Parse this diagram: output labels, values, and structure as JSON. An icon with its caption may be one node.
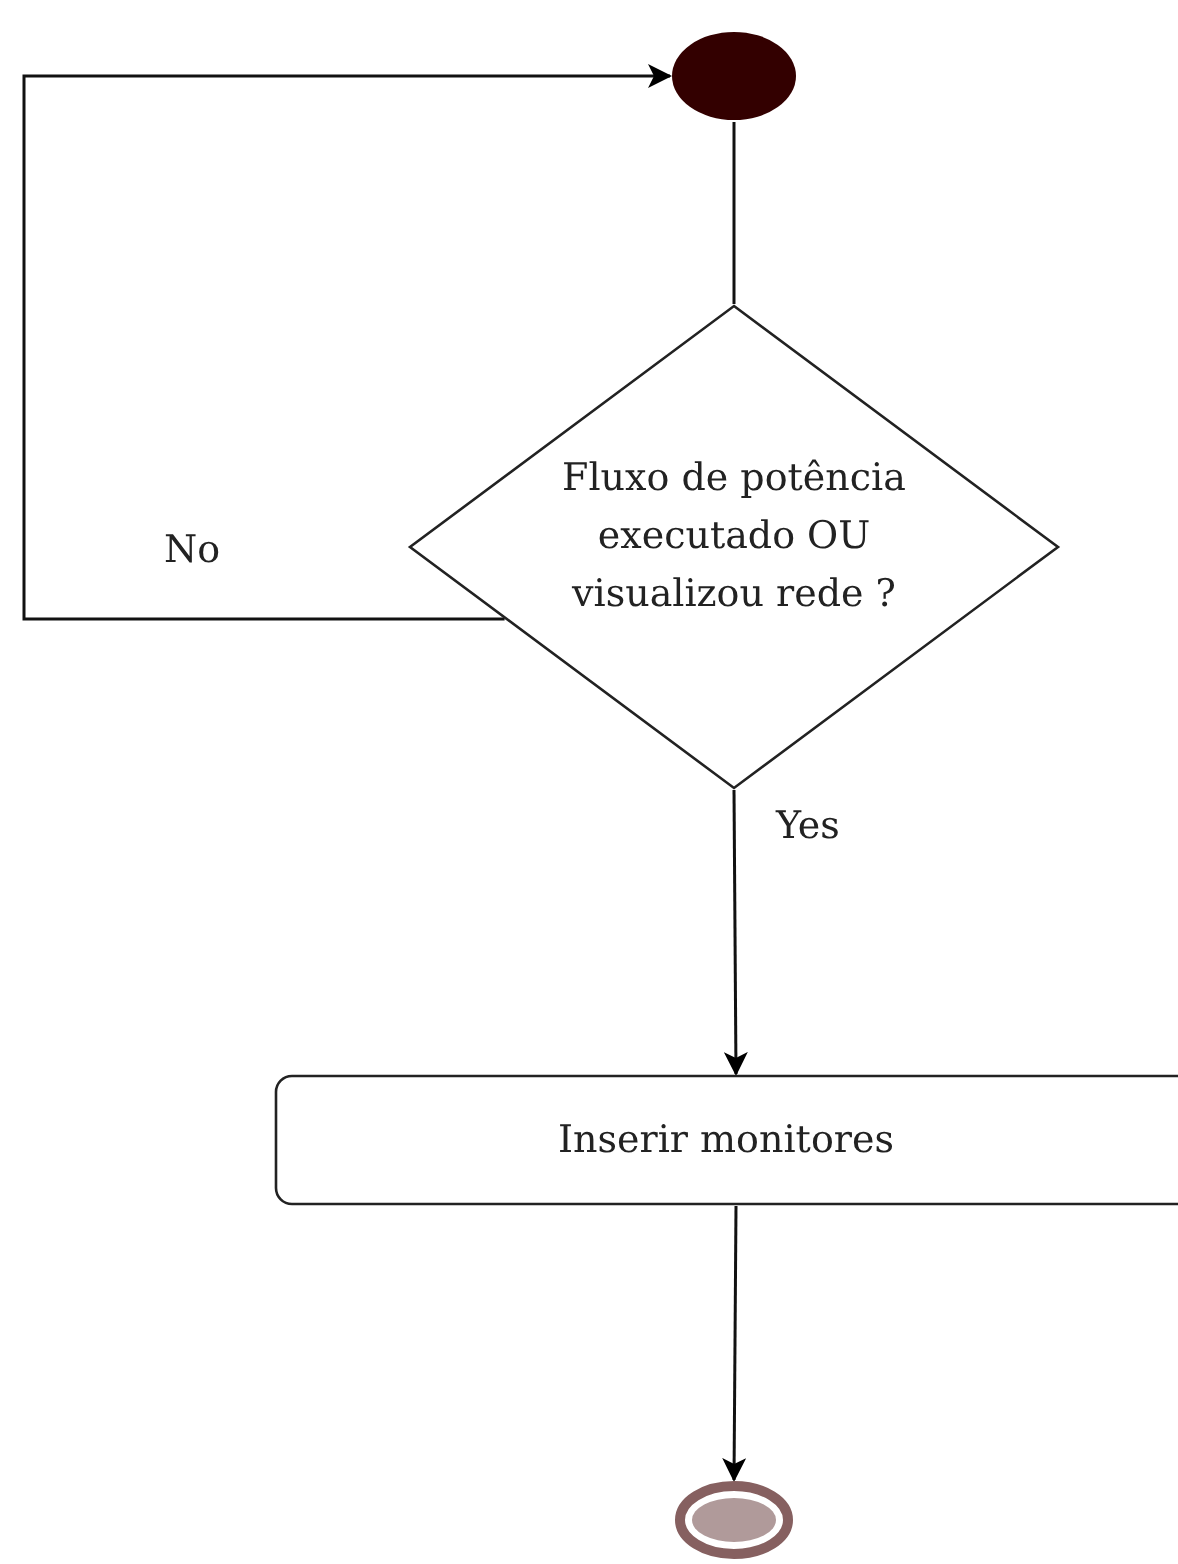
{
  "diagram": {
    "nodes": [
      {
        "text": [],
        "shape": "circle"
      },
      {
        "text": [
          "Fluxo de potência executado OU visualizou rede ?"
        ]
      },
      {
        "text": [
          "Inserir monitores"
        ]
      },
      {
        "text": [],
        "shape": "circle"
      }
    ],
    "edges": [
      {
        "from": 0,
        "to": 1,
        "arrow": "none"
      },
      {
        "from": 1,
        "to": 0,
        "arrow": "to",
        "label": "No"
      },
      {
        "from": 1,
        "to": 2,
        "arrow": "to",
        "label": "Yes"
      },
      {
        "from": 2,
        "to": 3,
        "arrow": "to"
      }
    ]
  }
}
